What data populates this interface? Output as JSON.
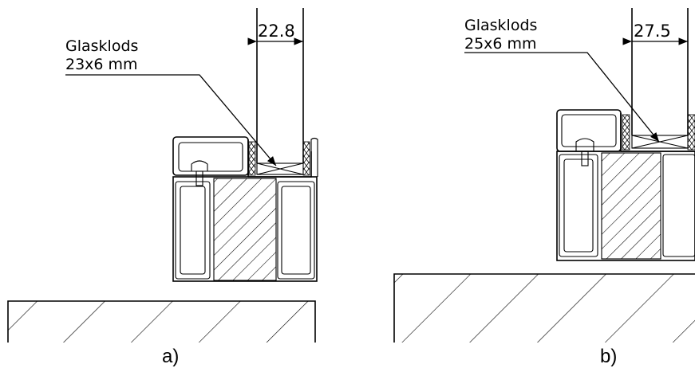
{
  "panel_a": {
    "label_line1": "Glasklods",
    "label_line2": "23x6  mm",
    "dimension": "22.8",
    "caption": "a)"
  },
  "panel_b": {
    "label_line1": "Glasklods",
    "label_line2": "25x6  mm",
    "dimension": "27.5",
    "caption": "b)"
  }
}
